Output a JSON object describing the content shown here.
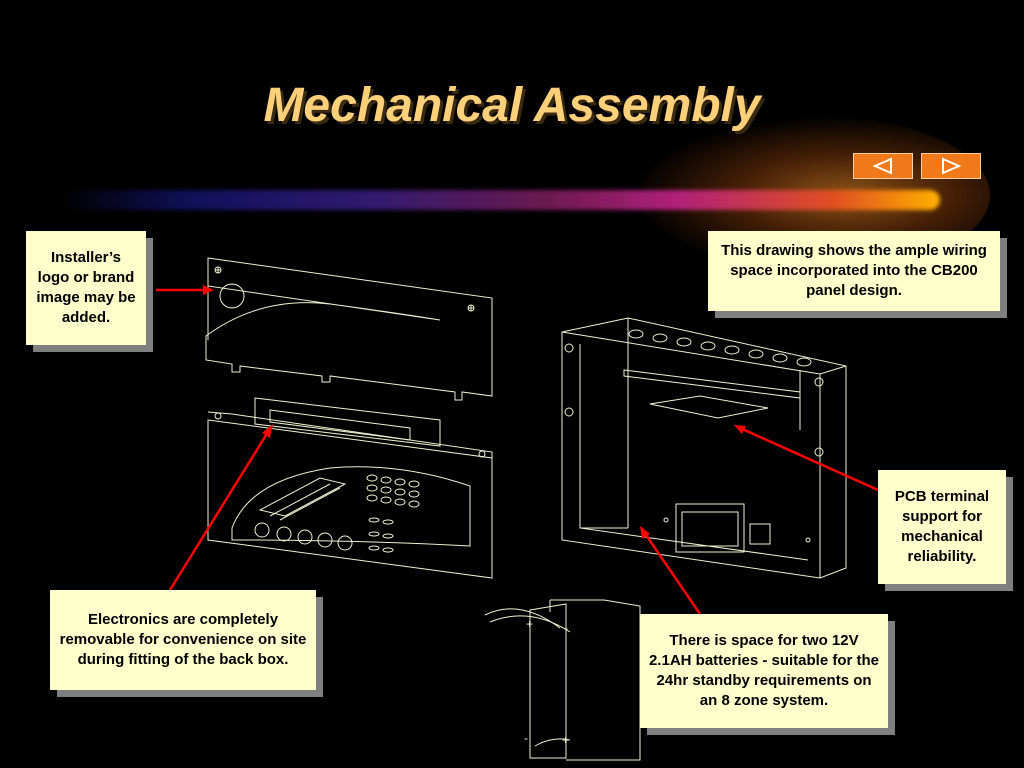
{
  "slide": {
    "title": "Mechanical Assembly"
  },
  "navigation": {
    "prev_icon": "triangle-left-icon",
    "next_icon": "triangle-right-icon"
  },
  "callouts": {
    "logo_note": "Installer’s logo or brand image may be added.",
    "wiring_note": "This drawing shows the ample wiring space incorporated into the CB200 panel design.",
    "pcb_note": "PCB terminal support for mechanical reliability.",
    "electronics_note": "Electronics are completely removable for convenience on site during fitting of the back box.",
    "battery_note": "There is space for two 12V 2.1AH batteries - suitable for the 24hr standby requirements on an 8 zone system."
  },
  "colors": {
    "background": "#000000",
    "title": "#ffd07a",
    "callout_fill": "#ffffcc",
    "callout_shadow": "#7f7f80",
    "arrow": "#ff0000",
    "line_drawing": "#f0f0d0",
    "nav_button": "#f07a1a"
  }
}
